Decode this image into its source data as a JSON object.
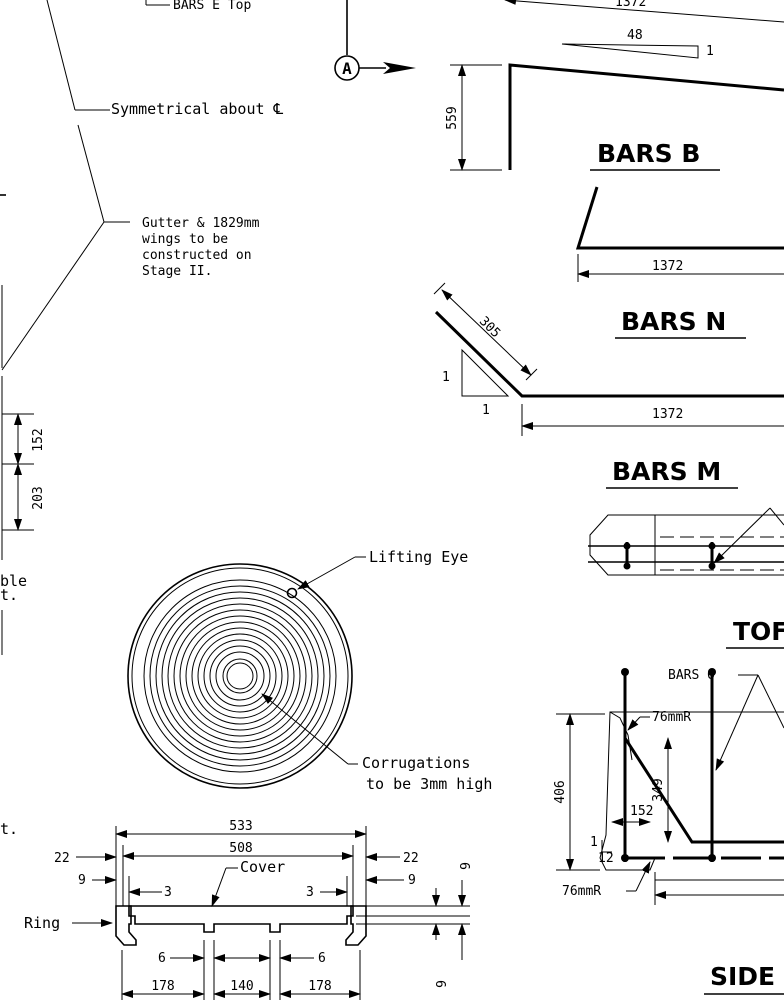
{
  "notes": {
    "bars_e_top": "BARS E Top",
    "symmetrical": "Symmetrical about ℄",
    "gutter": [
      "Gutter & 1829mm",
      "wings to be",
      "constructed on",
      "Stage II."
    ],
    "left_fragment": [
      "ble",
      "t."
    ],
    "left_fragment_2": "t.",
    "lifting_eye": "Lifting Eye",
    "corrugations": [
      "Corrugations",
      "to be 3mm high"
    ],
    "cover": "Cover",
    "ring": "Ring"
  },
  "section_marker": "A",
  "titles": {
    "bars_b": "BARS B",
    "bars_n": "BARS N",
    "bars_m": "BARS M",
    "top": "TOF",
    "side": "SIDE"
  },
  "dims": {
    "d1372_top": "1372",
    "d48": "48",
    "d1": "1",
    "d559": "559",
    "d1372_n": "1372",
    "d305": "305",
    "d1_m_v": "1",
    "d1_m_h": "1",
    "d1372_m": "1372",
    "d152": "152",
    "d203": "203",
    "d533": "533",
    "d508": "508",
    "d22_l": "22",
    "d22_r": "22",
    "d9_l": "9",
    "d9_r": "9",
    "d3_l": "3",
    "d3_r": "3",
    "d9_vt": "9",
    "d9_vb": "9",
    "d6_l": "6",
    "d6_r": "6",
    "d178_l": "178",
    "d140": "140",
    "d178_r": "178",
    "bars_o": "BARS O",
    "r76_top": "76mmR",
    "r76_bot": "76mmR",
    "d406": "406",
    "d349": "349",
    "d152_side": "152",
    "d1_side": "1",
    "d12_side": "12"
  }
}
